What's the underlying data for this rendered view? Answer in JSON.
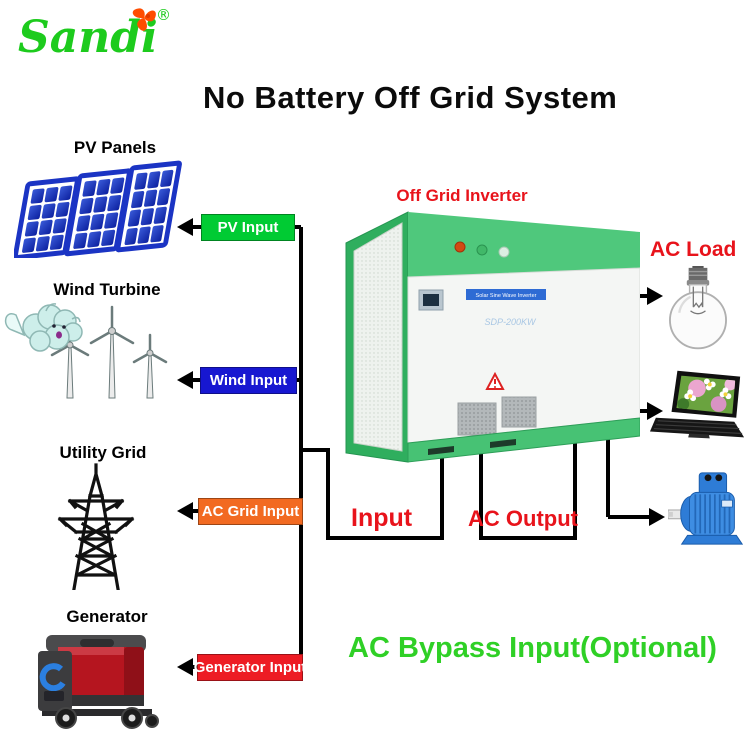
{
  "logo": {
    "brand": "Sandi",
    "registered": "®",
    "fan_icon": "orange-fan-icon"
  },
  "title": "No Battery Off Grid System",
  "sources": [
    {
      "name": "PV Panels",
      "icon": "solar-panels-icon",
      "input_label": "PV Input",
      "color": "#00cb33"
    },
    {
      "name": "Wind Turbine",
      "icon": "wind-turbine-icon",
      "input_label": "Wind Input",
      "color": "#1717d1"
    },
    {
      "name": "Utility Grid",
      "icon": "utility-tower-icon",
      "input_label": "AC Grid Input",
      "color": "#f26a21"
    },
    {
      "name": "Generator",
      "icon": "generator-icon",
      "input_label": "Generator Input",
      "color": "#ed1c24"
    }
  ],
  "inverter": {
    "title": "Off Grid Inverter",
    "panel_strip": "Solar Sine Wave Inverter",
    "model": "SDP-200KW",
    "input_label": "Input",
    "output_label": "AC Output",
    "cabinet_color": "#4fc87c"
  },
  "loads": {
    "title": "AC Load",
    "items": [
      {
        "icon": "light-bulb-icon"
      },
      {
        "icon": "laptop-icon"
      },
      {
        "icon": "electric-motor-icon"
      }
    ]
  },
  "footer_note": "AC Bypass Input(Optional)",
  "colors": {
    "line": "#000000",
    "accent_red_text": "#e8131b",
    "note_green": "#2fd026",
    "logo_green": "#1dcb1d",
    "logo_fan_orange": "#ff4d00",
    "strip_blue": "#2e6bd4"
  }
}
